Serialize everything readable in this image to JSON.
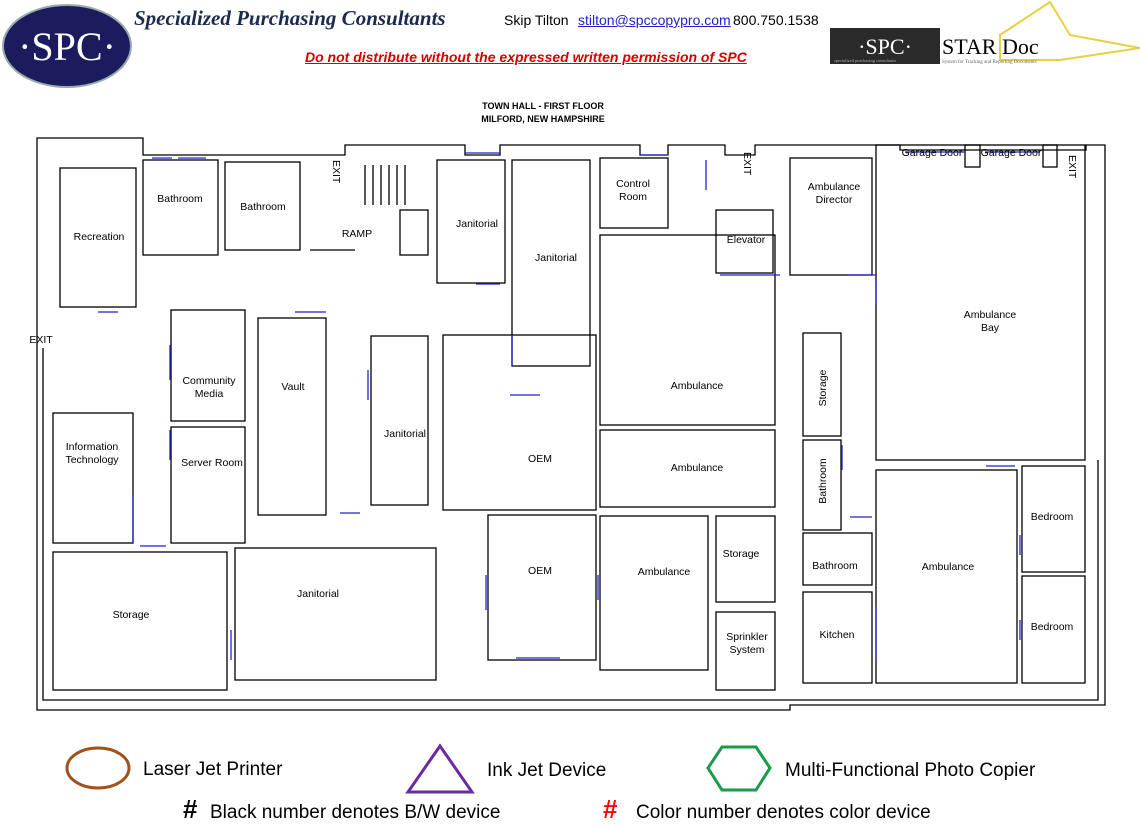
{
  "header": {
    "logo_text": "·SPC·",
    "company": "Specialized Purchasing Consultants",
    "contact_name": "Skip Tilton",
    "contact_email": "stilton@spccopypro.com",
    "contact_phone": "800.750.1538",
    "warning": "Do not distribute without the expressed written permission of SPC",
    "star_logo": {
      "left": "·SPC·",
      "right": "STAR Doc",
      "tagline": "System for Tracking and Reporting Documents",
      "sub": "specialized purchasing consultants"
    }
  },
  "plan": {
    "title_line1": "TOWN HALL - FIRST FLOOR",
    "title_line2": "MILFORD, NEW HAMPSHIRE",
    "door_color": "#2222cc",
    "rooms": [
      {
        "label": "Recreation"
      },
      {
        "label": "Bathroom"
      },
      {
        "label": "Bathroom"
      },
      {
        "label": "RAMP"
      },
      {
        "label": "Janitorial"
      },
      {
        "label": "Janitorial"
      },
      {
        "label": "Control Room"
      },
      {
        "label": "Elevator"
      },
      {
        "label": "Ambulance Director"
      },
      {
        "label": "Ambulance Bay"
      },
      {
        "label": "Community Media"
      },
      {
        "label": "Vault"
      },
      {
        "label": "Janitorial"
      },
      {
        "label": "Information Technology"
      },
      {
        "label": "Server Room"
      },
      {
        "label": "OEM"
      },
      {
        "label": "Ambulance"
      },
      {
        "label": "Ambulance"
      },
      {
        "label": "Storage"
      },
      {
        "label": "Bathroom"
      },
      {
        "label": "Storage"
      },
      {
        "label": "Janitorial"
      },
      {
        "label": "OEM"
      },
      {
        "label": "Ambulance"
      },
      {
        "label": "Storage"
      },
      {
        "label": "Sprinkler System"
      },
      {
        "label": "Bathroom"
      },
      {
        "label": "Kitchen"
      },
      {
        "label": "Ambulance"
      },
      {
        "label": "Bedroom"
      },
      {
        "label": "Bedroom"
      }
    ],
    "garage_doors": [
      "Garage Door",
      "Garage Door"
    ],
    "exits": [
      "EXIT",
      "EXIT",
      "EXIT",
      "EXIT"
    ]
  },
  "legend": {
    "items": [
      {
        "icon": "circle",
        "label": "Laser Jet Printer",
        "color": "#a0521e"
      },
      {
        "icon": "triangle",
        "label": "Ink Jet Device",
        "color": "#6a2aa0"
      },
      {
        "icon": "hexagon",
        "label": "Multi-Functional Photo Copier",
        "color": "#1a9a4a"
      }
    ],
    "notes": [
      {
        "symbol": "#",
        "label": "Black number denotes B/W device",
        "color": "#000000"
      },
      {
        "symbol": "#",
        "label": "Color number denotes color device",
        "color": "#ff0000"
      }
    ]
  }
}
